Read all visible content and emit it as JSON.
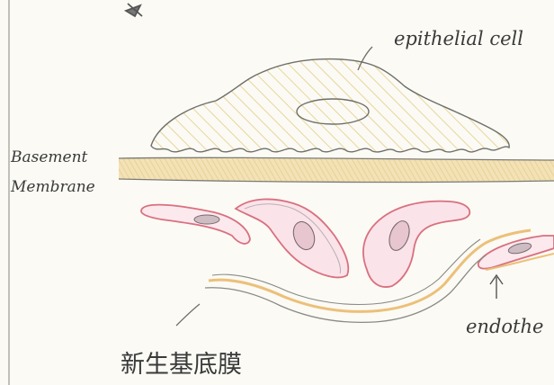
{
  "labels": {
    "epithelial_cell": "epithelial cell",
    "basement_line1": "Basement",
    "basement_line2": "Membrane",
    "endothelial": "endothe",
    "new_basement": "新生基底膜"
  },
  "colors": {
    "paper": "#fbfaf5",
    "pencil": "#6f6f6a",
    "cell_hatch": "#e9d59a",
    "membrane_band": "#efd9a0",
    "endothelium_red": "#d9707e",
    "endothelium_pink": "#f2c6d0",
    "new_membrane_orange": "#ecc079",
    "nucleus_fill": "#cdbcc1"
  },
  "icons": {
    "corner_mark": "arrow-mark-icon"
  }
}
